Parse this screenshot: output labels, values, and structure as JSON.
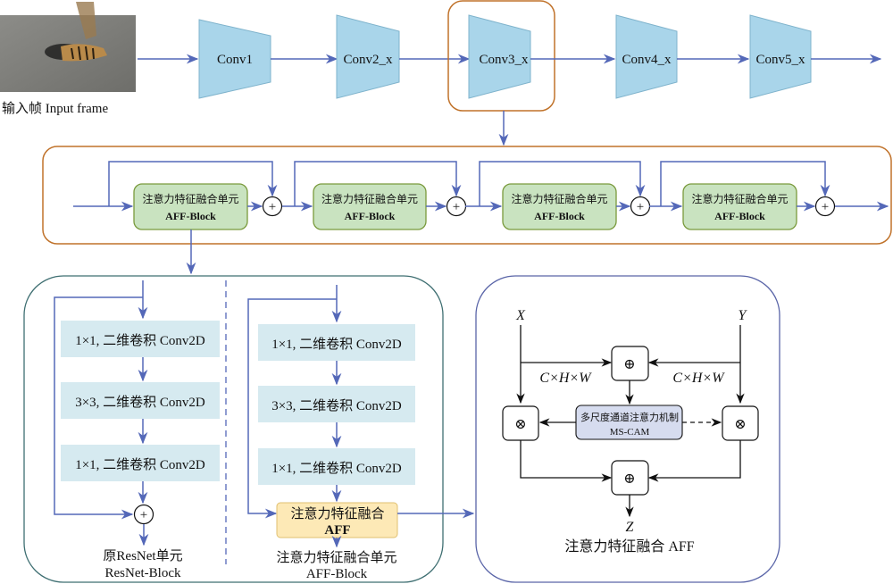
{
  "backbone": {
    "input_label": "输入帧 Input frame",
    "stages": [
      "Conv1",
      "Conv2_x",
      "Conv3_x",
      "Conv4_x",
      "Conv5_x"
    ],
    "highlighted_stage": "Conv3_x"
  },
  "aff_chain": {
    "blocks": [
      {
        "cn": "注意力特征融合单元",
        "en": "AFF-Block"
      },
      {
        "cn": "注意力特征融合单元",
        "en": "AFF-Block"
      },
      {
        "cn": "注意力特征融合单元",
        "en": "AFF-Block"
      },
      {
        "cn": "注意力特征融合单元",
        "en": "AFF-Block"
      }
    ],
    "add_symbol": "+"
  },
  "resnet_block": {
    "layers": [
      "1×1, 二维卷积 Conv2D",
      "3×3, 二维卷积 Conv2D",
      "1×1, 二维卷积 Conv2D"
    ],
    "caption_cn": "原ResNet单元",
    "caption_en": "ResNet-Block",
    "add_symbol": "+"
  },
  "aff_block": {
    "layers": [
      "1×1, 二维卷积 Conv2D",
      "3×3, 二维卷积 Conv2D",
      "1×1, 二维卷积 Conv2D"
    ],
    "fusion_cn": "注意力特征融合",
    "fusion_en": "AFF",
    "caption_cn": "注意力特征融合单元",
    "caption_en": "AFF-Block"
  },
  "aff_detail": {
    "input_x": "X",
    "input_y": "Y",
    "dim_left": "C×H×W",
    "dim_right": "C×H×W",
    "add_symbol": "⊕",
    "mul_symbol": "⊗",
    "mscam_cn": "多尺度通道注意力机制",
    "mscam_en": "MS-CAM",
    "output_z": "Z",
    "caption": "注意力特征融合 AFF"
  },
  "colors": {
    "arrow": "#5468b8",
    "conv_fill": "#a9d5ea",
    "aff_block_fill": "#c9e3c0",
    "aff_block_border": "#7a9a3c",
    "layer_fill": "#d6eaf0",
    "fusion_fill": "#fde9b6",
    "mscam_fill": "#d6dcef",
    "orange_border": "#c0722a",
    "teal_border": "#3f6f72",
    "indigo_border": "#5a65a8"
  }
}
